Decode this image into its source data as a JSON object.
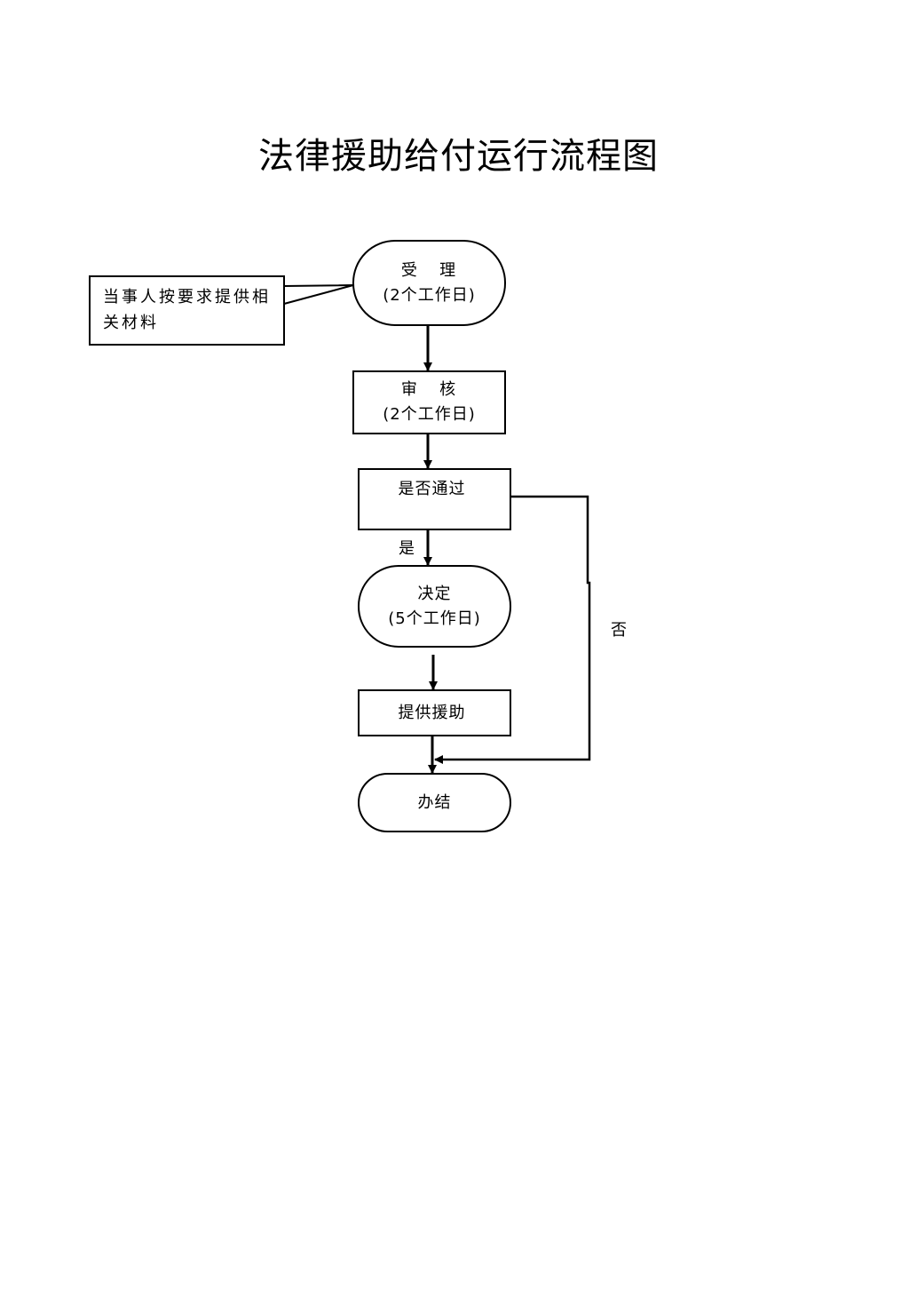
{
  "title": "法律援助给付运行流程图",
  "nodes": {
    "accept": {
      "line1": "受   理",
      "line2": "(2个工作日)"
    },
    "review": {
      "line1": "审   核",
      "line2": "(2个工作日)"
    },
    "passed": {
      "line1": "是否通过"
    },
    "decide": {
      "line1": "决定",
      "line2": "(5个工作日)"
    },
    "provide": {
      "line1": "提供援助"
    },
    "close": {
      "line1": "办结"
    }
  },
  "note": {
    "text": "当事人按要求提供相关材料"
  },
  "edge_labels": {
    "yes": "是",
    "no": "否"
  }
}
